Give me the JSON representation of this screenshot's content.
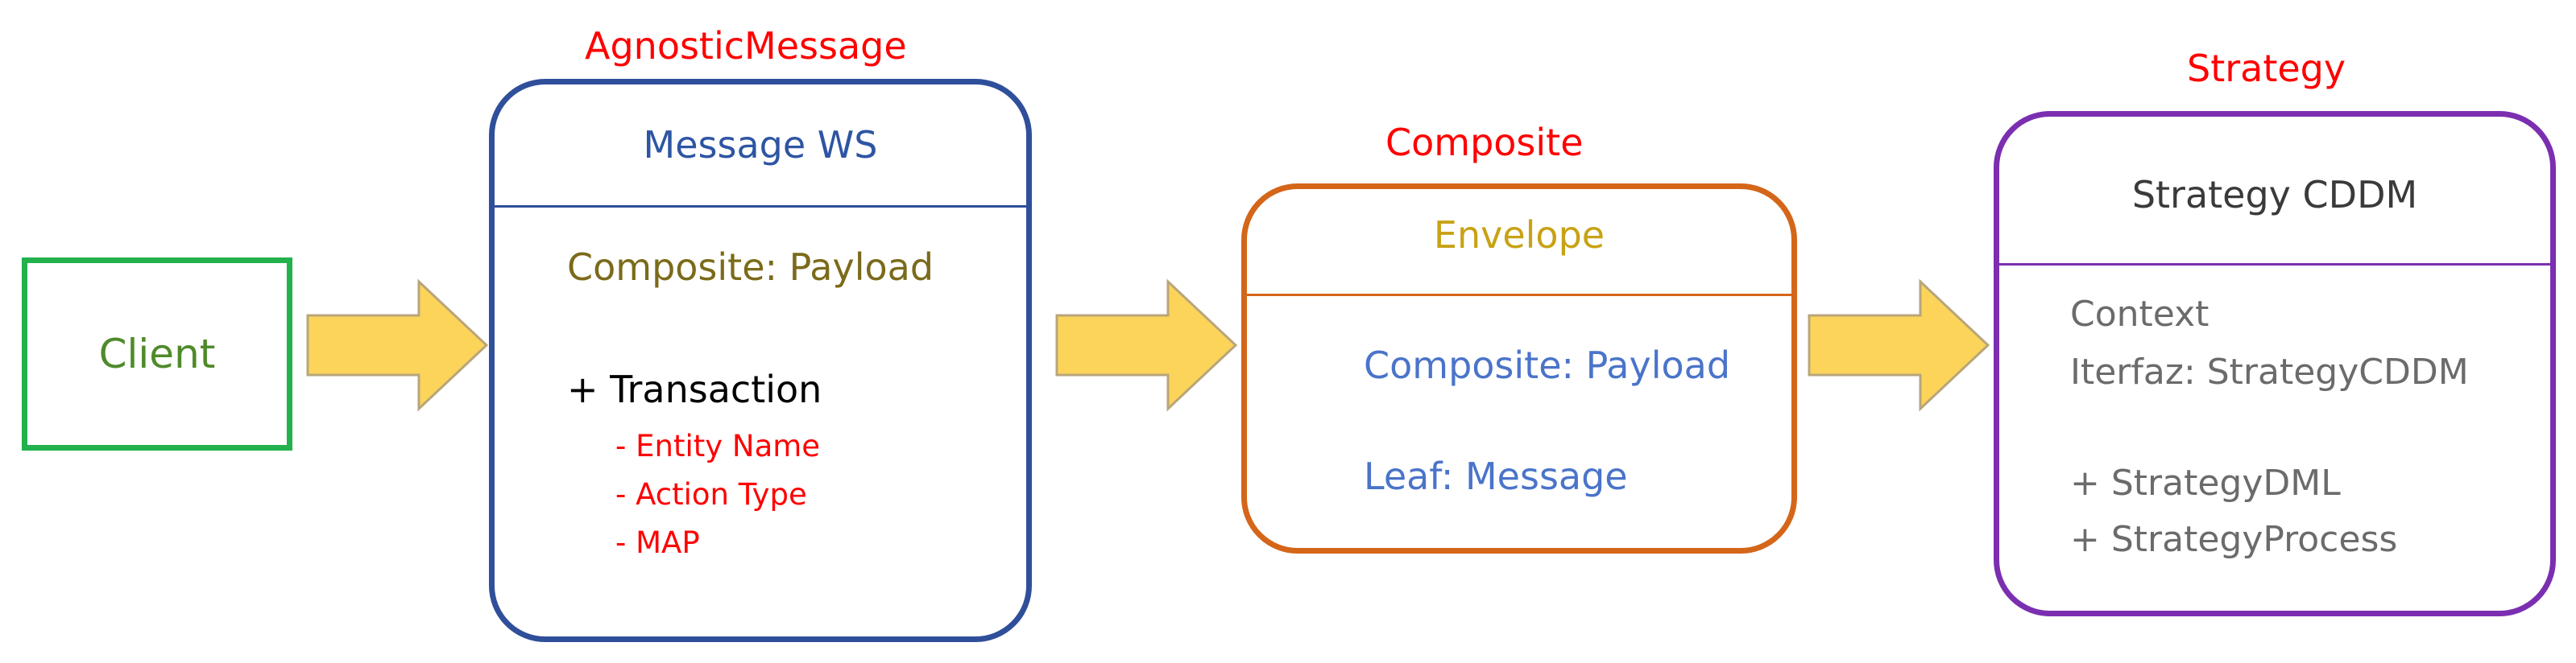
{
  "labels": {
    "agnostic": "AgnosticMessage",
    "composite": "Composite",
    "strategy": "Strategy"
  },
  "client": {
    "label": "Client"
  },
  "message_ws": {
    "title": "Message WS",
    "payload": "Composite: Payload",
    "transaction": "+ Transaction",
    "items": [
      "- Entity Name",
      "- Action Type",
      "- MAP"
    ]
  },
  "envelope": {
    "title": "Envelope",
    "lines": [
      "Composite: Payload",
      "Leaf: Message"
    ]
  },
  "strategy_cddm": {
    "title": "Strategy CDDM",
    "lines": [
      "Context",
      "Iterfaz: StrategyCDDM",
      "+ StrategyDML",
      "+ StrategyProcess"
    ]
  },
  "colors": {
    "label_red": "#ff0000",
    "client_green": "#22b14c",
    "message_blue": "#2f4f9a",
    "envelope_orange": "#d4661a",
    "strategy_purple": "#7b2fb0",
    "arrow_fill": "#fcd45a",
    "arrow_stroke": "#b8a67a"
  }
}
